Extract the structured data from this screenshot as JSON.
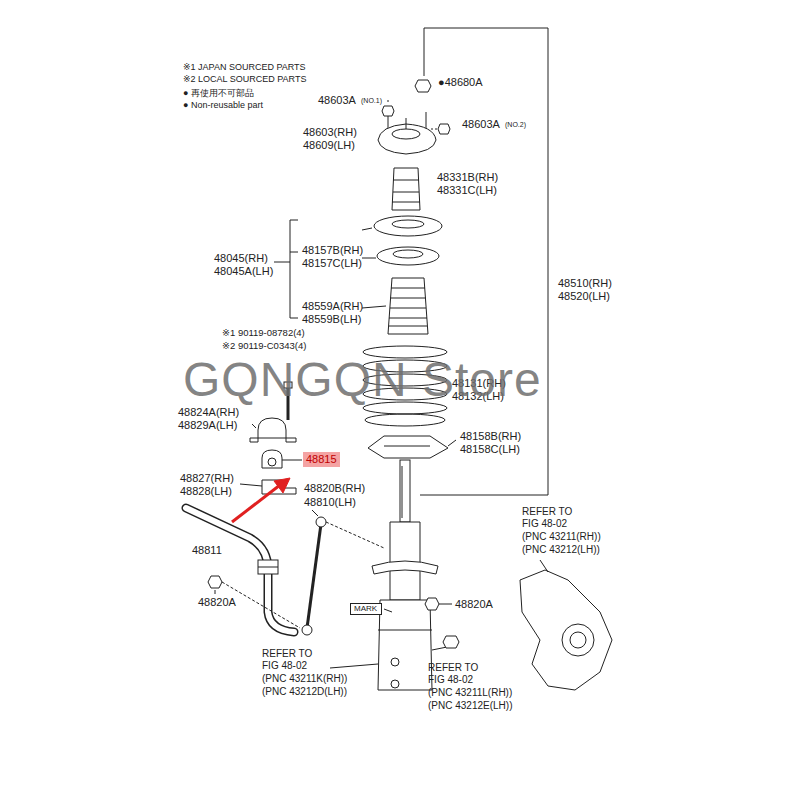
{
  "diagram": {
    "nodes": [
      {
        "text": [
          "48815"
        ]
      },
      {
        "text": [
          "MARK"
        ]
      }
    ],
    "labels": [
      "※1 JAPAN SOURCED PARTS",
      "※2 LOCAL SOURCED PARTS",
      "● 再使用不可部品",
      "● Non-reusable part",
      "●48680A",
      "48603A",
      "(NO.1)",
      "48603(RH)",
      "48609(LH)",
      "48603A",
      "(NO.2)",
      "48331B(RH)",
      "48331C(LH)",
      "48045(RH)",
      "48045A(LH)",
      "48157B(RH)",
      "48157C(LH)",
      "48559A(RH)",
      "48559B(LH)",
      "48510(RH)",
      "48520(LH)",
      "※1 90119-08782(4)",
      "※2 90119-C0343(4)",
      "48131(RH)",
      "48132(LH)",
      "48824A(RH)",
      "48829A(LH)",
      "48158B(RH)",
      "48158C(LH)",
      "48827(RH)",
      "48828(LH)",
      "48820B(RH)",
      "48810(LH)",
      "48811",
      "48820A",
      "48820A",
      "REFER TO",
      "FIG 48-02",
      "(PNC 43211(RH))",
      "(PNC 43212(LH))",
      "REFER TO",
      "FIG 48-02",
      "(PNC 43211K(RH))",
      "(PNC 43212D(LH))",
      "REFER TO",
      "FIG 48-02",
      "(PNC 43211L(RH))",
      "(PNC 43212E(LH))",
      "GQNGQN  Store"
    ]
  }
}
